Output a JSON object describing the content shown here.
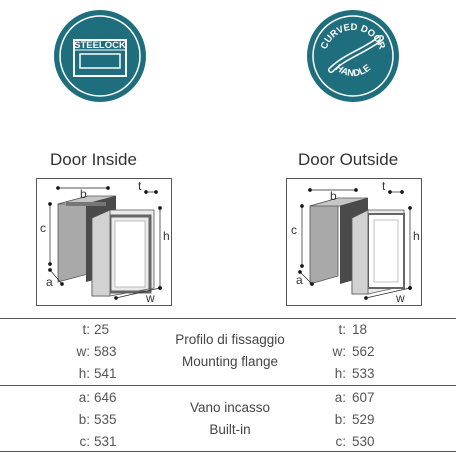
{
  "badges": {
    "steellock": {
      "text": "STEELOCK",
      "icon": "steellock-icon",
      "color": "#1f6e7d"
    },
    "curved": {
      "text_top": "CURVED DOOR",
      "text_bottom": "HANDLE",
      "icon": "curved-door-handle-icon",
      "color": "#1f6e7d"
    }
  },
  "sections": {
    "inside": {
      "title": "Door Inside",
      "labels": {
        "a": "a",
        "b": "b",
        "c": "c",
        "t": "t",
        "h": "h",
        "w": "w"
      }
    },
    "outside": {
      "title": "Door Outside",
      "labels": {
        "a": "a",
        "b": "b",
        "c": "c",
        "t": "t",
        "h": "h",
        "w": "w"
      }
    }
  },
  "flange": {
    "caption_line1": "Profilo di fissaggio",
    "caption_line2": "Mounting flange",
    "inside": [
      {
        "label": "t:",
        "value": "25"
      },
      {
        "label": "w:",
        "value": "583"
      },
      {
        "label": "h:",
        "value": "541"
      }
    ],
    "outside": [
      {
        "label": "t:",
        "value": "18"
      },
      {
        "label": "w:",
        "value": "562"
      },
      {
        "label": "h:",
        "value": "533"
      }
    ]
  },
  "builtin": {
    "caption_line1": "Vano incasso",
    "caption_line2": "Built-in",
    "inside": [
      {
        "label": "a:",
        "value": "646"
      },
      {
        "label": "b:",
        "value": "535"
      },
      {
        "label": "c:",
        "value": "531"
      }
    ],
    "outside": [
      {
        "label": "a:",
        "value": "607"
      },
      {
        "label": "b:",
        "value": "529"
      },
      {
        "label": "c:",
        "value": "530"
      }
    ]
  }
}
